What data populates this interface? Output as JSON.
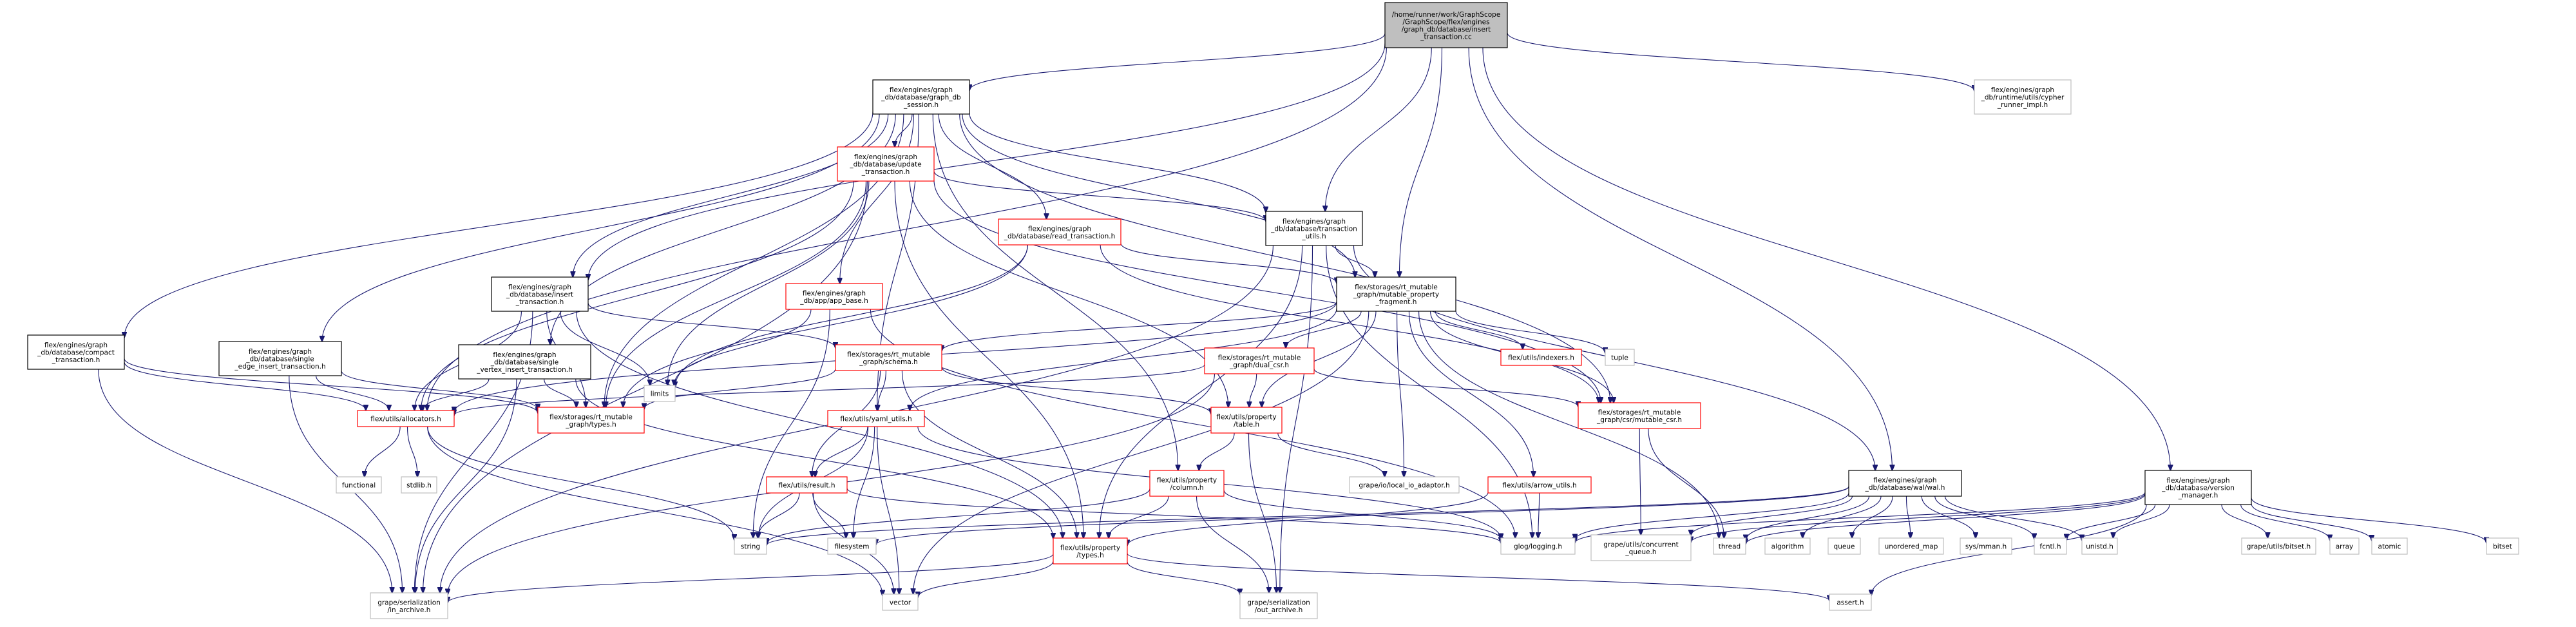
{
  "colors": {
    "edge": "#191970",
    "root_fill": "#bfbfbf",
    "root_border": "#000000",
    "normal_border": "#000000",
    "missing_border": "#ff0000",
    "external_border": "#bfbfbf"
  },
  "nodes": [
    {
      "id": "root",
      "kind": "root",
      "lines": [
        "/home/runner/work/GraphScope",
        "/GraphScope/flex/engines",
        "/graph_db/database/insert",
        "_transaction.cc"
      ]
    },
    {
      "id": "graph_db_session",
      "kind": "normal",
      "lines": [
        "flex/engines/graph",
        "_db/database/graph_db",
        "_session.h"
      ]
    },
    {
      "id": "cypher_runner",
      "kind": "external",
      "lines": [
        "flex/engines/graph",
        "_db/runtime/utils/cypher",
        "_runner_impl.h"
      ]
    },
    {
      "id": "update_transaction",
      "kind": "missing",
      "lines": [
        "flex/engines/graph",
        "_db/database/update",
        "_transaction.h"
      ]
    },
    {
      "id": "read_transaction",
      "kind": "missing",
      "lines": [
        "flex/engines/graph",
        "_db/database/read_transaction.h"
      ]
    },
    {
      "id": "transaction_utils",
      "kind": "normal",
      "lines": [
        "flex/engines/graph",
        "_db/database/transaction",
        "_utils.h"
      ]
    },
    {
      "id": "insert_transaction",
      "kind": "normal",
      "lines": [
        "flex/engines/graph",
        "_db/database/insert",
        "_transaction.h"
      ]
    },
    {
      "id": "app_base",
      "kind": "missing",
      "lines": [
        "flex/engines/graph",
        "_db/app/app_base.h"
      ]
    },
    {
      "id": "mutable_property_fragment",
      "kind": "normal",
      "lines": [
        "flex/storages/rt_mutable",
        "_graph/mutable_property",
        "_fragment.h"
      ]
    },
    {
      "id": "compact_transaction",
      "kind": "normal",
      "lines": [
        "flex/engines/graph",
        "_db/database/compact",
        "_transaction.h"
      ]
    },
    {
      "id": "single_edge_insert",
      "kind": "normal",
      "lines": [
        "flex/engines/graph",
        "_db/database/single",
        "_edge_insert_transaction.h"
      ]
    },
    {
      "id": "single_vertex_insert",
      "kind": "normal",
      "lines": [
        "flex/engines/graph",
        "_db/database/single",
        "_vertex_insert_transaction.h"
      ]
    },
    {
      "id": "schema",
      "kind": "missing",
      "lines": [
        "flex/storages/rt_mutable",
        "_graph/schema.h"
      ]
    },
    {
      "id": "dual_csr",
      "kind": "missing",
      "lines": [
        "flex/storages/rt_mutable",
        "_graph/dual_csr.h"
      ]
    },
    {
      "id": "indexers",
      "kind": "missing",
      "lines": [
        "flex/utils/indexers.h"
      ]
    },
    {
      "id": "tuple",
      "kind": "external",
      "lines": [
        "tuple"
      ]
    },
    {
      "id": "limits",
      "kind": "external",
      "lines": [
        "limits"
      ]
    },
    {
      "id": "mutable_csr",
      "kind": "missing",
      "lines": [
        "flex/storages/rt_mutable",
        "_graph/csr/mutable_csr.h"
      ]
    },
    {
      "id": "allocators",
      "kind": "missing",
      "lines": [
        "flex/utils/allocators.h"
      ]
    },
    {
      "id": "rt_types",
      "kind": "missing",
      "lines": [
        "flex/storages/rt_mutable",
        "_graph/types.h"
      ]
    },
    {
      "id": "yaml_utils",
      "kind": "missing",
      "lines": [
        "flex/utils/yaml_utils.h"
      ]
    },
    {
      "id": "property_table",
      "kind": "missing",
      "lines": [
        "flex/utils/property",
        "/table.h"
      ]
    },
    {
      "id": "wal",
      "kind": "normal",
      "lines": [
        "flex/engines/graph",
        "_db/database/wal/wal.h"
      ]
    },
    {
      "id": "version_manager",
      "kind": "normal",
      "lines": [
        "flex/engines/graph",
        "_db/database/version",
        "_manager.h"
      ]
    },
    {
      "id": "functional",
      "kind": "external",
      "lines": [
        "functional"
      ]
    },
    {
      "id": "stdlib",
      "kind": "external",
      "lines": [
        "stdlib.h"
      ]
    },
    {
      "id": "result",
      "kind": "missing",
      "lines": [
        "flex/utils/result.h"
      ]
    },
    {
      "id": "property_column",
      "kind": "missing",
      "lines": [
        "flex/utils/property",
        "/column.h"
      ]
    },
    {
      "id": "local_io_adaptor",
      "kind": "external",
      "lines": [
        "grape/io/local_io_adaptor.h"
      ]
    },
    {
      "id": "arrow_utils",
      "kind": "missing",
      "lines": [
        "flex/utils/arrow_utils.h"
      ]
    },
    {
      "id": "string",
      "kind": "external",
      "lines": [
        "string"
      ]
    },
    {
      "id": "filesystem",
      "kind": "external",
      "lines": [
        "filesystem"
      ]
    },
    {
      "id": "property_types",
      "kind": "missing",
      "lines": [
        "flex/utils/property",
        "/types.h"
      ]
    },
    {
      "id": "glog",
      "kind": "external",
      "lines": [
        "glog/logging.h"
      ]
    },
    {
      "id": "concurrent_queue",
      "kind": "external",
      "lines": [
        "grape/utils/concurrent",
        "_queue.h"
      ]
    },
    {
      "id": "thread",
      "kind": "external",
      "lines": [
        "thread"
      ]
    },
    {
      "id": "algorithm",
      "kind": "external",
      "lines": [
        "algorithm"
      ]
    },
    {
      "id": "queue",
      "kind": "external",
      "lines": [
        "queue"
      ]
    },
    {
      "id": "unordered_map",
      "kind": "external",
      "lines": [
        "unordered_map"
      ]
    },
    {
      "id": "sys_mman",
      "kind": "external",
      "lines": [
        "sys/mman.h"
      ]
    },
    {
      "id": "fcntl",
      "kind": "external",
      "lines": [
        "fcntl.h"
      ]
    },
    {
      "id": "unistd",
      "kind": "external",
      "lines": [
        "unistd.h"
      ]
    },
    {
      "id": "grape_bitset",
      "kind": "external",
      "lines": [
        "grape/utils/bitset.h"
      ]
    },
    {
      "id": "array",
      "kind": "external",
      "lines": [
        "array"
      ]
    },
    {
      "id": "atomic",
      "kind": "external",
      "lines": [
        "atomic"
      ]
    },
    {
      "id": "bitset",
      "kind": "external",
      "lines": [
        "bitset"
      ]
    },
    {
      "id": "in_archive",
      "kind": "external",
      "lines": [
        "grape/serialization",
        "/in_archive.h"
      ]
    },
    {
      "id": "vector",
      "kind": "external",
      "lines": [
        "vector"
      ]
    },
    {
      "id": "out_archive",
      "kind": "external",
      "lines": [
        "grape/serialization",
        "/out_archive.h"
      ]
    },
    {
      "id": "assert",
      "kind": "external",
      "lines": [
        "assert.h"
      ]
    }
  ],
  "edges": [
    [
      "root",
      "graph_db_session"
    ],
    [
      "root",
      "cypher_runner"
    ],
    [
      "root",
      "insert_transaction"
    ],
    [
      "root",
      "transaction_utils"
    ],
    [
      "root",
      "mutable_property_fragment"
    ],
    [
      "root",
      "wal"
    ],
    [
      "root",
      "version_manager"
    ],
    [
      "root",
      "allocators"
    ],
    [
      "graph_db_session",
      "update_transaction"
    ],
    [
      "graph_db_session",
      "read_transaction"
    ],
    [
      "graph_db_session",
      "transaction_utils"
    ],
    [
      "graph_db_session",
      "insert_transaction"
    ],
    [
      "graph_db_session",
      "app_base"
    ],
    [
      "graph_db_session",
      "compact_transaction"
    ],
    [
      "graph_db_session",
      "single_edge_insert"
    ],
    [
      "graph_db_session",
      "single_vertex_insert"
    ],
    [
      "graph_db_session",
      "mutable_property_fragment"
    ],
    [
      "graph_db_session",
      "rt_types"
    ],
    [
      "graph_db_session",
      "yaml_utils"
    ],
    [
      "graph_db_session",
      "property_column"
    ],
    [
      "graph_db_session",
      "mutable_csr"
    ],
    [
      "update_transaction",
      "transaction_utils"
    ],
    [
      "update_transaction",
      "property_table"
    ],
    [
      "update_transaction",
      "property_types"
    ],
    [
      "update_transaction",
      "allocators"
    ],
    [
      "update_transaction",
      "rt_types"
    ],
    [
      "update_transaction",
      "limits"
    ],
    [
      "update_transaction",
      "in_archive"
    ],
    [
      "update_transaction",
      "mutable_csr"
    ],
    [
      "read_transaction",
      "mutable_property_fragment"
    ],
    [
      "read_transaction",
      "rt_types"
    ],
    [
      "read_transaction",
      "limits"
    ],
    [
      "read_transaction",
      "mutable_csr"
    ],
    [
      "transaction_utils",
      "mutable_property_fragment"
    ],
    [
      "transaction_utils",
      "wal"
    ],
    [
      "transaction_utils",
      "property_types"
    ],
    [
      "transaction_utils",
      "glog"
    ],
    [
      "transaction_utils",
      "in_archive"
    ],
    [
      "transaction_utils",
      "out_archive"
    ],
    [
      "insert_transaction",
      "schema"
    ],
    [
      "insert_transaction",
      "allocators"
    ],
    [
      "insert_transaction",
      "rt_types"
    ],
    [
      "insert_transaction",
      "limits"
    ],
    [
      "insert_transaction",
      "property_types"
    ],
    [
      "insert_transaction",
      "in_archive"
    ],
    [
      "app_base",
      "limits"
    ],
    [
      "app_base",
      "string"
    ],
    [
      "app_base",
      "glog"
    ],
    [
      "mutable_property_fragment",
      "schema"
    ],
    [
      "mutable_property_fragment",
      "dual_csr"
    ],
    [
      "mutable_property_fragment",
      "indexers"
    ],
    [
      "mutable_property_fragment",
      "tuple"
    ],
    [
      "mutable_property_fragment",
      "mutable_csr"
    ],
    [
      "mutable_property_fragment",
      "property_table"
    ],
    [
      "mutable_property_fragment",
      "arrow_utils"
    ],
    [
      "mutable_property_fragment",
      "local_io_adaptor"
    ],
    [
      "mutable_property_fragment",
      "yaml_utils"
    ],
    [
      "mutable_property_fragment",
      "thread"
    ],
    [
      "mutable_property_fragment",
      "vector"
    ],
    [
      "mutable_property_fragment",
      "allocators"
    ],
    [
      "compact_transaction",
      "allocators"
    ],
    [
      "compact_transaction",
      "in_archive"
    ],
    [
      "compact_transaction",
      "rt_types"
    ],
    [
      "single_edge_insert",
      "allocators"
    ],
    [
      "single_edge_insert",
      "rt_types"
    ],
    [
      "single_edge_insert",
      "in_archive"
    ],
    [
      "single_vertex_insert",
      "allocators"
    ],
    [
      "single_vertex_insert",
      "rt_types"
    ],
    [
      "single_vertex_insert",
      "property_types"
    ],
    [
      "single_vertex_insert",
      "in_archive"
    ],
    [
      "schema",
      "yaml_utils"
    ],
    [
      "schema",
      "property_table"
    ],
    [
      "schema",
      "property_types"
    ],
    [
      "schema",
      "result"
    ],
    [
      "schema",
      "rt_types"
    ],
    [
      "dual_csr",
      "mutable_csr"
    ],
    [
      "dual_csr",
      "property_table"
    ],
    [
      "dual_csr",
      "allocators"
    ],
    [
      "dual_csr",
      "in_archive"
    ],
    [
      "mutable_csr",
      "concurrent_queue"
    ],
    [
      "mutable_csr",
      "thread"
    ],
    [
      "allocators",
      "functional"
    ],
    [
      "allocators",
      "stdlib"
    ],
    [
      "allocators",
      "string"
    ],
    [
      "allocators",
      "vector"
    ],
    [
      "yaml_utils",
      "result"
    ],
    [
      "yaml_utils",
      "string"
    ],
    [
      "yaml_utils",
      "filesystem"
    ],
    [
      "yaml_utils",
      "vector"
    ],
    [
      "yaml_utils",
      "glog"
    ],
    [
      "property_table",
      "property_column"
    ],
    [
      "property_table",
      "local_io_adaptor"
    ],
    [
      "property_table",
      "out_archive"
    ],
    [
      "result",
      "string"
    ],
    [
      "result",
      "filesystem"
    ],
    [
      "result",
      "glog"
    ],
    [
      "result",
      "vector"
    ],
    [
      "property_column",
      "property_types"
    ],
    [
      "property_column",
      "string"
    ],
    [
      "property_column",
      "glog"
    ],
    [
      "property_column",
      "out_archive"
    ],
    [
      "arrow_utils",
      "property_types"
    ],
    [
      "arrow_utils",
      "glog"
    ],
    [
      "property_types",
      "vector"
    ],
    [
      "property_types",
      "in_archive"
    ],
    [
      "property_types",
      "out_archive"
    ],
    [
      "property_types",
      "assert"
    ],
    [
      "wal",
      "glog"
    ],
    [
      "wal",
      "concurrent_queue"
    ],
    [
      "wal",
      "thread"
    ],
    [
      "wal",
      "algorithm"
    ],
    [
      "wal",
      "queue"
    ],
    [
      "wal",
      "unordered_map"
    ],
    [
      "wal",
      "sys_mman"
    ],
    [
      "wal",
      "fcntl"
    ],
    [
      "wal",
      "unistd"
    ],
    [
      "wal",
      "string"
    ],
    [
      "wal",
      "filesystem"
    ],
    [
      "version_manager",
      "glog"
    ],
    [
      "version_manager",
      "concurrent_queue"
    ],
    [
      "version_manager",
      "thread"
    ],
    [
      "version_manager",
      "fcntl"
    ],
    [
      "version_manager",
      "unistd"
    ],
    [
      "version_manager",
      "grape_bitset"
    ],
    [
      "version_manager",
      "array"
    ],
    [
      "version_manager",
      "atomic"
    ],
    [
      "version_manager",
      "bitset"
    ],
    [
      "version_manager",
      "assert"
    ]
  ]
}
